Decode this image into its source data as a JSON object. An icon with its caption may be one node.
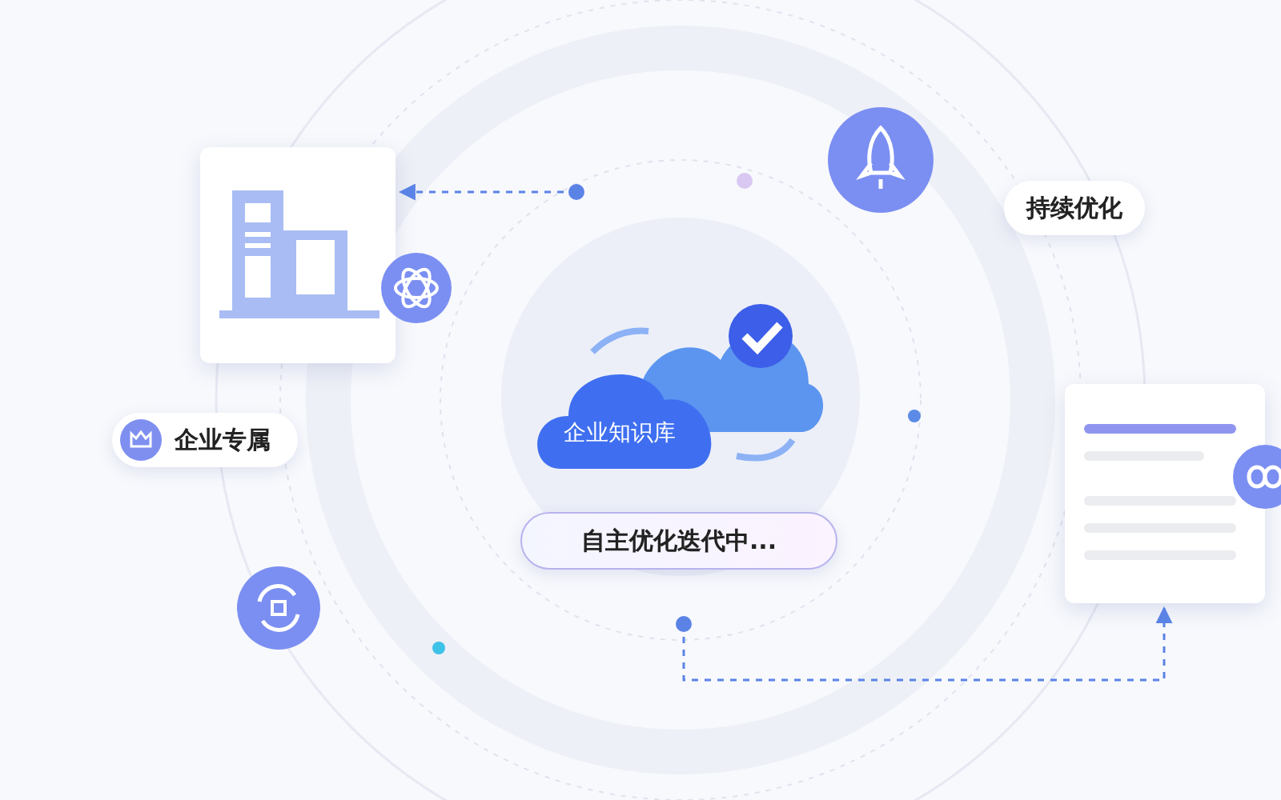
{
  "diagram": {
    "nodes": [
      {
        "text": [],
        "shape": "picture"
      },
      {
        "text": [
          "企业专属"
        ]
      },
      {
        "text": [
          "企业知识库"
        ]
      },
      {
        "text": [
          "自主优化迭代中..."
        ]
      },
      {
        "text": [
          "持续优化"
        ]
      },
      {
        "text": [],
        "shape": "picture"
      }
    ],
    "edges": [
      {
        "from": null,
        "to": 0,
        "arrow": "to",
        "style": "dashed"
      },
      {
        "from": null,
        "to": 5,
        "arrow": "to",
        "style": "dashed"
      }
    ]
  }
}
